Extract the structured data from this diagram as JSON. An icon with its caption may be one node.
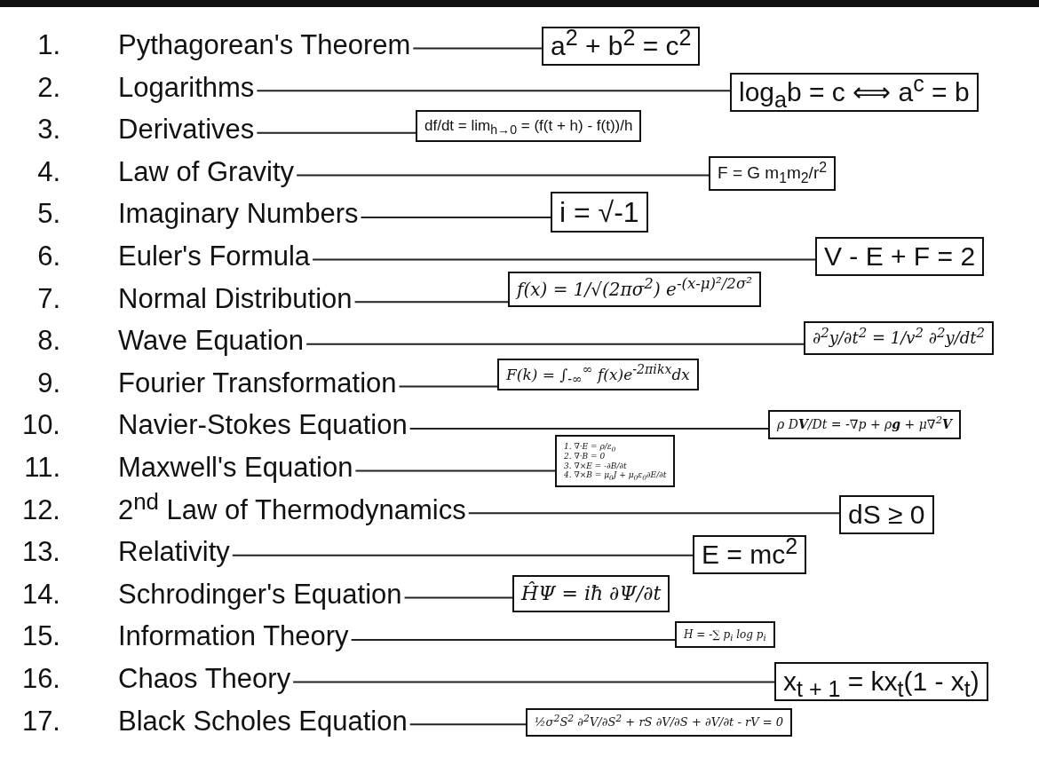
{
  "diagram": {
    "nodes": [
      {
        "text": [
          "Pythagorean's Theorem"
        ]
      },
      {
        "text": [
          "a$^{2}$ + b$^{2}$ = c$^{2}$"
        ]
      },
      {
        "text": [
          "Logarithms"
        ]
      },
      {
        "text": [
          "log$_{a}$b = c ⟺ a$^{c}$ = b"
        ]
      },
      {
        "text": [
          "Derivatives"
        ]
      },
      {
        "text": [
          "df/dt = lim$_{h→0}$ = (f(t + h) - f(t))/h"
        ]
      },
      {
        "text": [
          "Law of Gravity"
        ]
      },
      {
        "text": [
          "F = G m$_{1}$m$_{2}$/r$^{2}$"
        ]
      },
      {
        "text": [
          "Imaginary Numbers"
        ]
      },
      {
        "text": [
          "i = √-1"
        ]
      },
      {
        "text": [
          "Euler's Formula"
        ]
      },
      {
        "text": [
          "V - E + F = 2"
        ]
      },
      {
        "text": [
          "Normal Distribution"
        ]
      },
      {
        "text": [
          "f(x) = 1/√(2πσ$^{2}$) e$^{-(x-μ)²/2σ²}$"
        ]
      },
      {
        "text": [
          "Wave Equation"
        ]
      },
      {
        "text": [
          "∂$^{2}$y/∂t$^{2}$ = 1/v$^{2}$ ∂$^{2}$y/dt$^{2}$"
        ]
      },
      {
        "text": [
          "Fourier Transformation"
        ]
      },
      {
        "text": [
          "F(k) = ∫$_{-∞}$$^{∞}$ f(x)e$^{-2πikx}$dx"
        ]
      },
      {
        "text": [
          "Navier-Stokes Equation"
        ]
      },
      {
        "text": [
          "ρ D**V**/Dt = -∇p + ρ**g** + μ∇$^{2}$**V**"
        ]
      },
      {
        "text": [
          "Maxwell's Equation"
        ]
      },
      {
        "text": [
          "1. ∇·E = ρ/ε$_{0}$",
          "2. ∇·B = 0",
          "3. ∇×E = -∂B/∂t",
          "4. ∇×B = μ$_{0}$J + μ$_{0}$ε$_{0}$∂E/∂t"
        ]
      },
      {
        "text": [
          "2$^{nd}$ Law of Thermodynamics"
        ]
      },
      {
        "text": [
          "dS ≥ 0"
        ]
      },
      {
        "text": [
          "Relativity"
        ]
      },
      {
        "text": [
          "E = mc$^{2}$"
        ]
      },
      {
        "text": [
          "Schrodinger's Equation"
        ]
      },
      {
        "text": [
          "ĤΨ = iħ ∂Ψ/∂t"
        ]
      },
      {
        "text": [
          "Information Theory"
        ]
      },
      {
        "text": [
          "H = -∑ p$_{i}$ log p$_{i}$"
        ]
      },
      {
        "text": [
          "Chaos Theory"
        ]
      },
      {
        "text": [
          "x$_{t + 1}$ = kx$_{t}$(1 - x$_{t}$)"
        ]
      },
      {
        "text": [
          "Black Scholes Equation"
        ]
      },
      {
        "text": [
          "½σ$^{2}$S$^{2}$ ∂$^{2}$V/∂S$^{2}$ + rS ∂V/∂S + ∂V/∂t - rV = 0"
        ]
      }
    ],
    "edges": [
      {
        "from": 0,
        "to": 1,
        "arrow": "none"
      },
      {
        "from": 2,
        "to": 3,
        "arrow": "none"
      },
      {
        "from": 4,
        "to": 5,
        "arrow": "none"
      },
      {
        "from": 6,
        "to": 7,
        "arrow": "none"
      },
      {
        "from": 8,
        "to": 9,
        "arrow": "none"
      },
      {
        "from": 10,
        "to": 11,
        "arrow": "none"
      },
      {
        "from": 12,
        "to": 13,
        "arrow": "none"
      },
      {
        "from": 14,
        "to": 15,
        "arrow": "none"
      },
      {
        "from": 16,
        "to": 17,
        "arrow": "none"
      },
      {
        "from": 18,
        "to": 19,
        "arrow": "none"
      },
      {
        "from": 20,
        "to": 21,
        "arrow": "none"
      },
      {
        "from": 22,
        "to": 23,
        "arrow": "none"
      },
      {
        "from": 24,
        "to": 25,
        "arrow": "none"
      },
      {
        "from": 26,
        "to": 27,
        "arrow": "none"
      },
      {
        "from": 28,
        "to": 29,
        "arrow": "none"
      },
      {
        "from": 30,
        "to": 31,
        "arrow": "none"
      },
      {
        "from": 32,
        "to": 33,
        "arrow": "none"
      }
    ],
    "labels": [
      "1.",
      "2.",
      "3.",
      "4.",
      "5.",
      "6.",
      "7.",
      "8.",
      "9.",
      "10.",
      "11.",
      "12.",
      "13.",
      "14.",
      "15.",
      "16.",
      "17."
    ]
  }
}
